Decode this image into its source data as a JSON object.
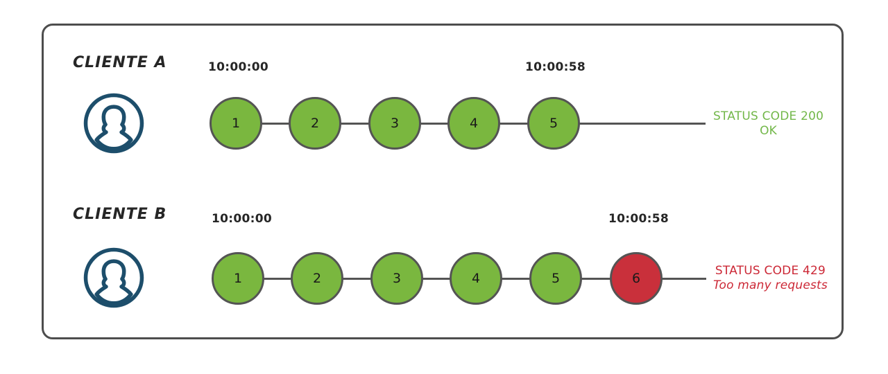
{
  "diagram": {
    "title_note": "API rate limiting sequence diagram",
    "colors": {
      "frame_border": "#4d4d4d",
      "node_green": "#7ab73f",
      "node_red": "#c9303b",
      "node_border": "#545454",
      "avatar": "#1d4e6b",
      "status_ok": "#72b749",
      "status_error": "#cc2836",
      "text": "#262626"
    },
    "rows": [
      {
        "client_label": "CLIENTE A",
        "avatar_icon": "user-avatar-icon",
        "start_time": "10:00:00",
        "end_time": "10:00:58",
        "requests": [
          {
            "number": "1",
            "state": "ok"
          },
          {
            "number": "2",
            "state": "ok"
          },
          {
            "number": "3",
            "state": "ok"
          },
          {
            "number": "4",
            "state": "ok"
          },
          {
            "number": "5",
            "state": "ok"
          }
        ],
        "status": {
          "line1": "STATUS CODE 200",
          "line2": "OK",
          "state": "ok"
        }
      },
      {
        "client_label": "CLIENTE B",
        "avatar_icon": "user-avatar-icon",
        "start_time": "10:00:00",
        "end_time": "10:00:58",
        "requests": [
          {
            "number": "1",
            "state": "ok"
          },
          {
            "number": "2",
            "state": "ok"
          },
          {
            "number": "3",
            "state": "ok"
          },
          {
            "number": "4",
            "state": "ok"
          },
          {
            "number": "5",
            "state": "ok"
          },
          {
            "number": "6",
            "state": "error"
          }
        ],
        "status": {
          "line1": "STATUS CODE 429",
          "line2": "Too many requests",
          "state": "error"
        }
      }
    ]
  }
}
